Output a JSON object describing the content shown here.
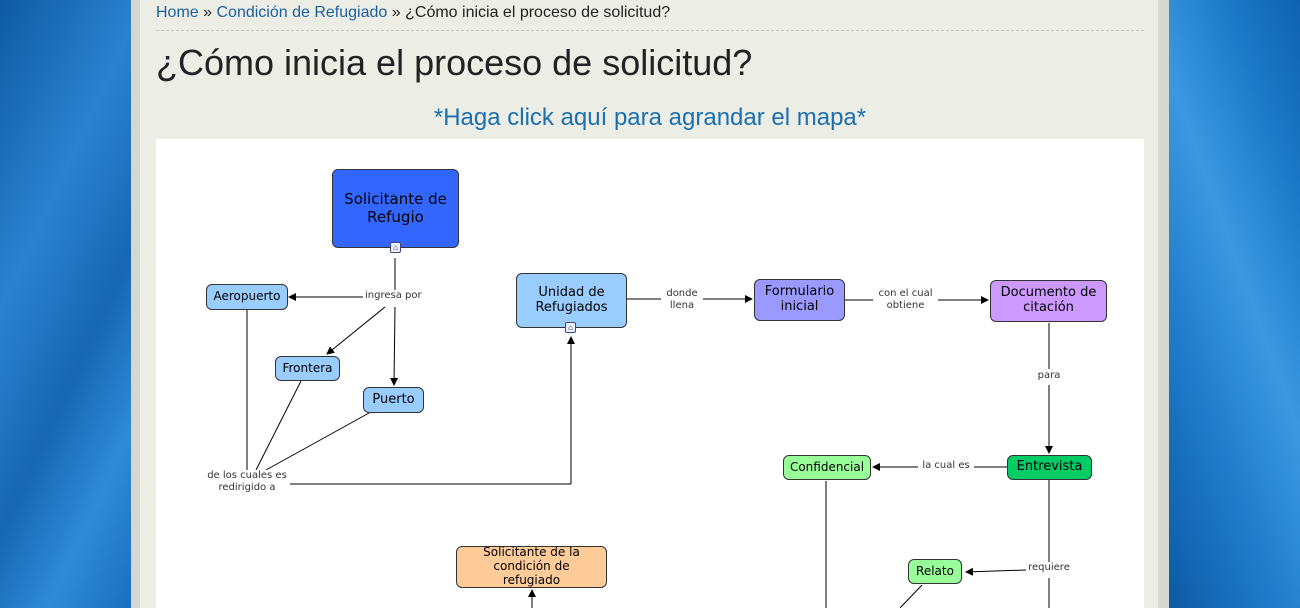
{
  "breadcrumb": {
    "home": "Home",
    "sep1": "»",
    "section": "Condición de Refugiado",
    "sep2": "»",
    "current": "¿Cómo inicia el proceso de solicitud?"
  },
  "page_title": "¿Cómo inicia el proceso de solicitud?",
  "map_link": "*Haga click aquí para agrandar el mapa*",
  "concept_map": {
    "nodes": {
      "solicitante": "Solicitante de Refugio",
      "aeropuerto": "Aeropuerto",
      "frontera": "Frontera",
      "puerto": "Puerto",
      "unidad": "Unidad de Refugiados",
      "formulario": "Formulario inicial",
      "documento": "Documento de citación",
      "entrevista": "Entrevista",
      "confidencial": "Confidencial",
      "relato": "Relato",
      "condicion": "Solicitante de la condición de refugiado"
    },
    "links": {
      "ingresa_por": "ingresa por",
      "redirigido": "de los cuales es redirigido a",
      "donde_llena": "donde llena",
      "con_el_cual": "con el cual obtiene",
      "para": "para",
      "la_cual_es": "la cual es",
      "requiere": "requiere"
    },
    "colors": {
      "solicitante": "#3366ff",
      "light_blue": "#99ccff",
      "formulario": "#9999ff",
      "documento": "#cc99ff",
      "entrevista": "#00cc66",
      "light_green": "#99ff99",
      "condicion": "#ffcc99"
    }
  }
}
